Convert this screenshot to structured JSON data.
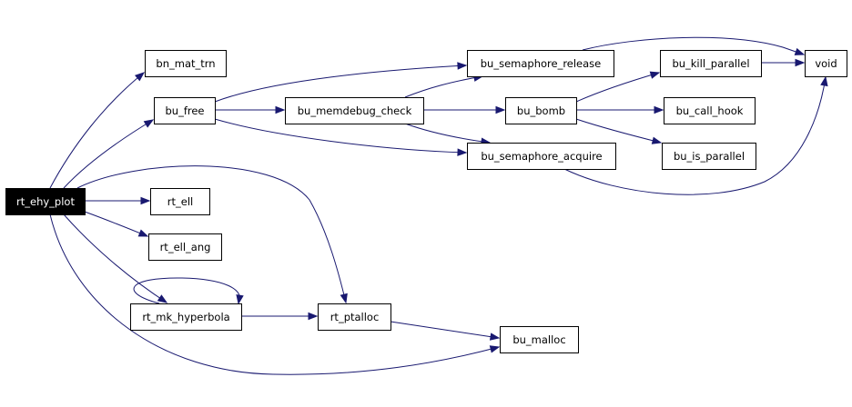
{
  "graph": {
    "root": "rt_ehy_plot",
    "colors": {
      "edge": "#191970",
      "root_fill": "#000000",
      "root_text": "#ffffff",
      "node_fill": "#ffffff",
      "node_border": "#000000"
    },
    "nodes": [
      {
        "id": "rt_ehy_plot",
        "label": "rt_ehy_plot"
      },
      {
        "id": "bn_mat_trn",
        "label": "bn_mat_trn"
      },
      {
        "id": "bu_free",
        "label": "bu_free"
      },
      {
        "id": "bu_memdebug_check",
        "label": "bu_memdebug_check"
      },
      {
        "id": "bu_semaphore_release",
        "label": "bu_semaphore_release"
      },
      {
        "id": "bu_semaphore_acquire",
        "label": "bu_semaphore_acquire"
      },
      {
        "id": "bu_bomb",
        "label": "bu_bomb"
      },
      {
        "id": "bu_kill_parallel",
        "label": "bu_kill_parallel"
      },
      {
        "id": "bu_call_hook",
        "label": "bu_call_hook"
      },
      {
        "id": "bu_is_parallel",
        "label": "bu_is_parallel"
      },
      {
        "id": "void",
        "label": "void"
      },
      {
        "id": "rt_ell",
        "label": "rt_ell"
      },
      {
        "id": "rt_ell_ang",
        "label": "rt_ell_ang"
      },
      {
        "id": "rt_mk_hyperbola",
        "label": "rt_mk_hyperbola"
      },
      {
        "id": "rt_ptalloc",
        "label": "rt_ptalloc"
      },
      {
        "id": "bu_malloc",
        "label": "bu_malloc"
      }
    ],
    "edges": [
      {
        "from": "rt_ehy_plot",
        "to": "bn_mat_trn"
      },
      {
        "from": "rt_ehy_plot",
        "to": "bu_free"
      },
      {
        "from": "rt_ehy_plot",
        "to": "rt_ell"
      },
      {
        "from": "rt_ehy_plot",
        "to": "rt_ell_ang"
      },
      {
        "from": "rt_ehy_plot",
        "to": "rt_mk_hyperbola"
      },
      {
        "from": "rt_ehy_plot",
        "to": "rt_ptalloc"
      },
      {
        "from": "rt_ehy_plot",
        "to": "bu_malloc"
      },
      {
        "from": "bu_free",
        "to": "bu_memdebug_check"
      },
      {
        "from": "bu_free",
        "to": "bu_semaphore_release"
      },
      {
        "from": "bu_free",
        "to": "bu_semaphore_acquire"
      },
      {
        "from": "bu_memdebug_check",
        "to": "bu_semaphore_release"
      },
      {
        "from": "bu_memdebug_check",
        "to": "bu_bomb"
      },
      {
        "from": "bu_memdebug_check",
        "to": "bu_semaphore_acquire"
      },
      {
        "from": "bu_semaphore_release",
        "to": "void"
      },
      {
        "from": "bu_semaphore_acquire",
        "to": "void"
      },
      {
        "from": "bu_bomb",
        "to": "bu_kill_parallel"
      },
      {
        "from": "bu_bomb",
        "to": "bu_call_hook"
      },
      {
        "from": "bu_bomb",
        "to": "bu_is_parallel"
      },
      {
        "from": "bu_kill_parallel",
        "to": "void"
      },
      {
        "from": "rt_mk_hyperbola",
        "to": "rt_mk_hyperbola"
      },
      {
        "from": "rt_mk_hyperbola",
        "to": "rt_ptalloc"
      },
      {
        "from": "rt_ptalloc",
        "to": "bu_malloc"
      }
    ]
  }
}
